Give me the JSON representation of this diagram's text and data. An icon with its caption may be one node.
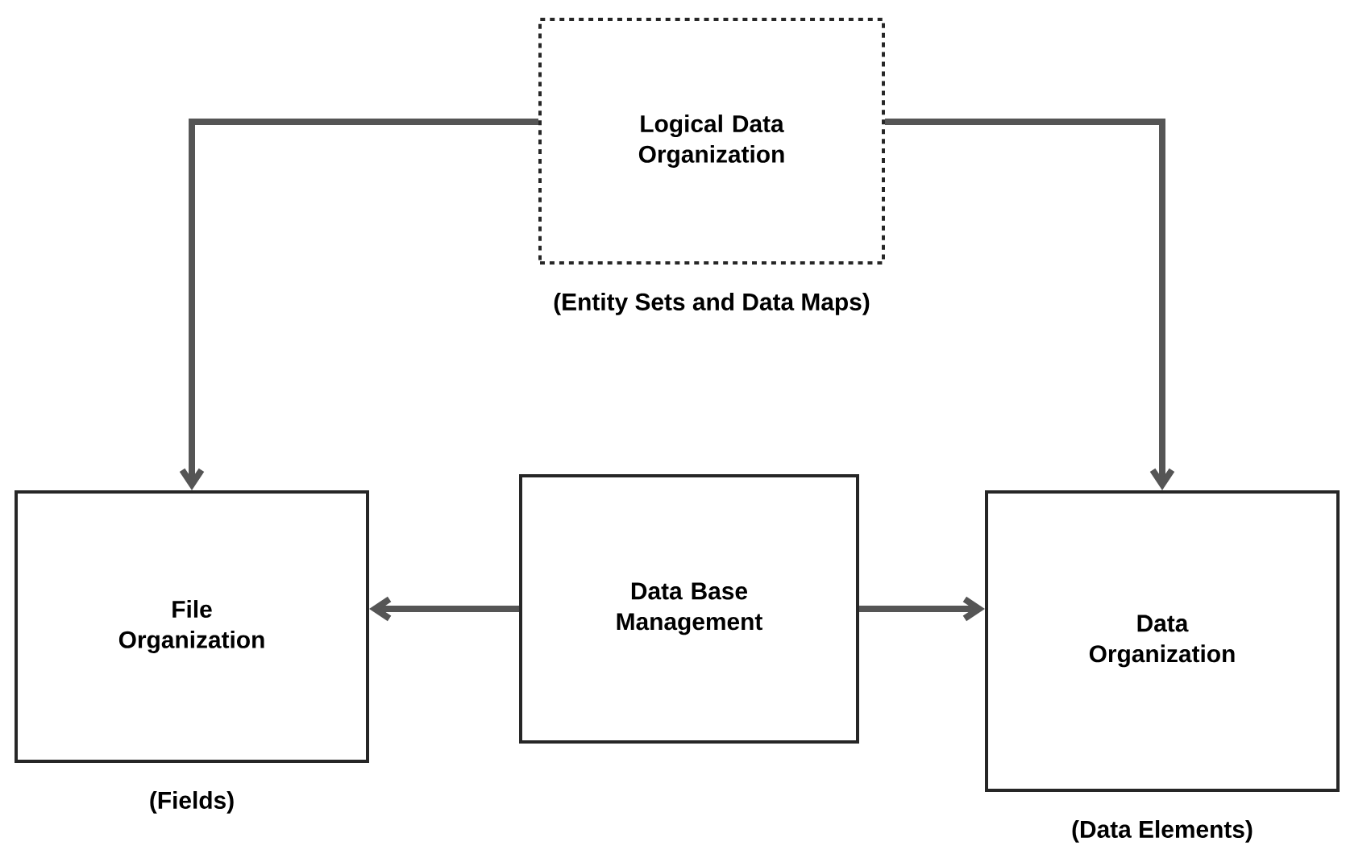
{
  "diagram": {
    "nodes": [
      {
        "text": [
          "Logical Data Organization"
        ],
        "beside": [
          "(Entity Sets and Data Maps)"
        ]
      },
      {
        "text": [
          "File Organization"
        ],
        "beside": [
          "(Fields)"
        ]
      },
      {
        "text": [
          "Data Base Management"
        ]
      },
      {
        "text": [
          "Data Organization"
        ],
        "beside": [
          "(Data Elements)"
        ]
      }
    ],
    "edges": [
      {
        "from": 0,
        "to": 1,
        "arrow": "to"
      },
      {
        "from": 0,
        "to": 3,
        "arrow": "to"
      },
      {
        "from": 2,
        "to": 1,
        "arrow": "to"
      },
      {
        "from": 2,
        "to": 3,
        "arrow": "to"
      }
    ]
  }
}
